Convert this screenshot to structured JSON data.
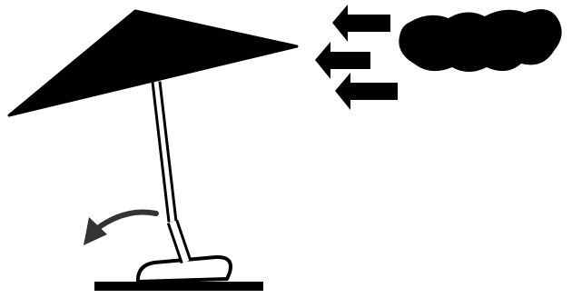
{
  "diagram": {
    "elements": [
      {
        "id": "umbrella-canopy",
        "icon": "umbrella-canopy-icon"
      },
      {
        "id": "umbrella-pole",
        "icon": "umbrella-pole-icon"
      },
      {
        "id": "umbrella-base",
        "icon": "umbrella-base-icon"
      },
      {
        "id": "ground-line",
        "icon": "ground-line"
      },
      {
        "id": "tipping-direction-arrow",
        "icon": "curved-arrow-icon"
      },
      {
        "id": "wind-arrows",
        "icon": "wind-arrow-icon",
        "count": 3,
        "direction": "left"
      },
      {
        "id": "wind-cloud",
        "icon": "wind-cloud-icon"
      }
    ]
  },
  "colors": {
    "ink": "#000000",
    "background": "#ffffff",
    "arrow_gray": "#333333"
  }
}
